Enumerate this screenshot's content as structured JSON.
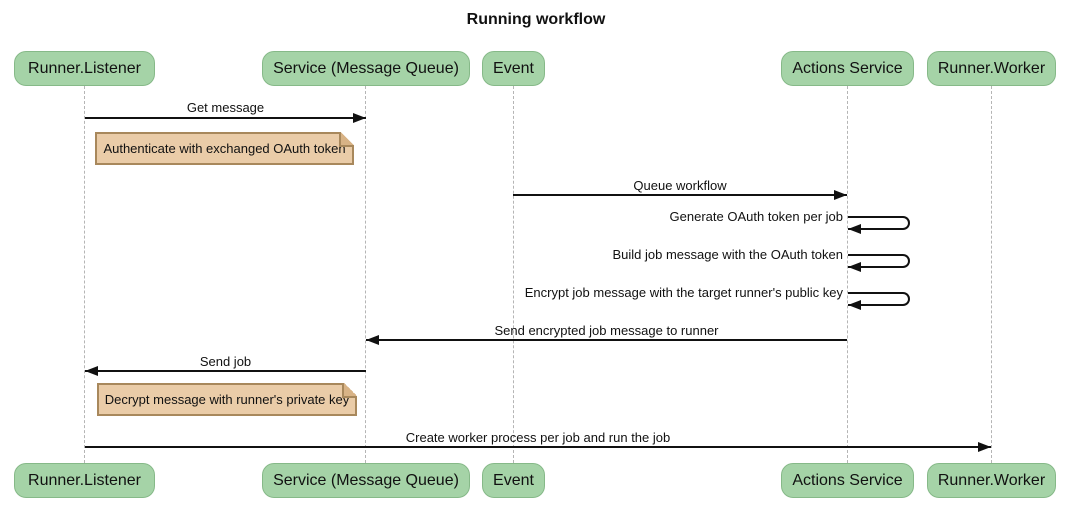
{
  "title": "Running workflow",
  "diagram": {
    "type": "sequence",
    "participants": [
      {
        "name": "Runner.Listener"
      },
      {
        "name": "Service (Message Queue)"
      },
      {
        "name": "Event"
      },
      {
        "name": "Actions Service"
      },
      {
        "name": "Runner.Worker"
      }
    ],
    "messages": [
      {
        "from": "Runner.Listener",
        "to": "Service (Message Queue)",
        "label": "Get message"
      },
      {
        "from": "Event",
        "to": "Actions Service",
        "label": "Queue workflow"
      },
      {
        "from": "Actions Service",
        "to": "Actions Service",
        "label": "Generate OAuth token per job"
      },
      {
        "from": "Actions Service",
        "to": "Actions Service",
        "label": "Build job message with the OAuth token"
      },
      {
        "from": "Actions Service",
        "to": "Actions Service",
        "label": "Encrypt job message with the target runner's public key"
      },
      {
        "from": "Actions Service",
        "to": "Service (Message Queue)",
        "label": "Send encrypted job message to runner"
      },
      {
        "from": "Service (Message Queue)",
        "to": "Runner.Listener",
        "label": "Send job"
      },
      {
        "from": "Runner.Listener",
        "to": "Runner.Worker",
        "label": "Create worker process per job and run the job"
      }
    ],
    "notes": [
      {
        "over": "Runner.Listener",
        "label": "Authenticate with exchanged OAuth token"
      },
      {
        "over": "Runner.Listener",
        "label": "Decrypt message with runner's private key"
      }
    ],
    "colors": {
      "participant_fill": "#a5d3a7",
      "participant_border": "#86b988",
      "note_fill": "#eacca8",
      "note_border": "#a8885c",
      "lifeline": "#b5b5b5",
      "arrow": "#111111",
      "background": "#ffffff",
      "text": "#111111"
    }
  }
}
